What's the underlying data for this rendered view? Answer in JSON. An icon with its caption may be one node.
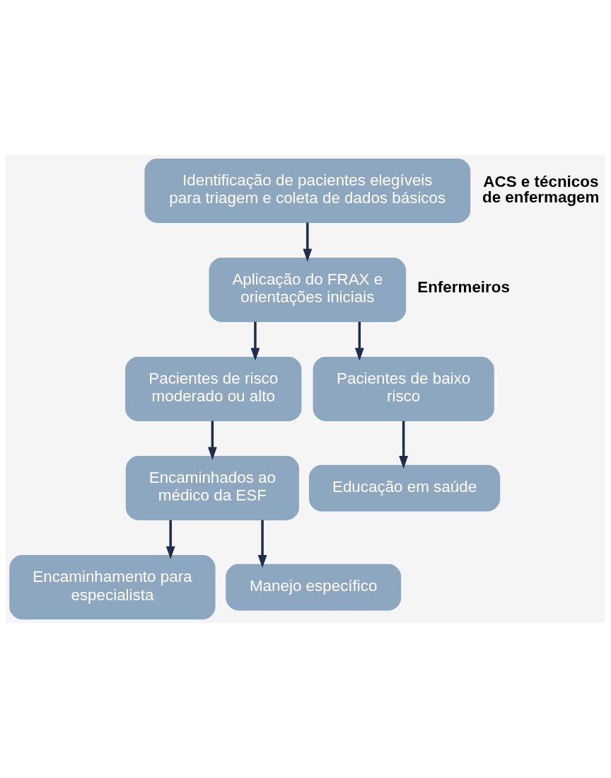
{
  "diagram": {
    "nodes": [
      {
        "text": [
          "Identificação de pacientes elegíveis para triagem e coleta de dados básicos"
        ],
        "beside": [
          "ACS e técnicos de enfermagem"
        ]
      },
      {
        "text": [
          "Aplicação do FRAX e orientações iniciais"
        ],
        "beside": [
          "Enfermeiros"
        ]
      },
      {
        "text": [
          "Pacientes de risco moderado ou alto"
        ]
      },
      {
        "text": [
          "Pacientes de baixo risco"
        ]
      },
      {
        "text": [
          "Encaminhados ao médico da ESF"
        ]
      },
      {
        "text": [
          "Educação em saúde"
        ]
      },
      {
        "text": [
          "Encaminhamento para especialista"
        ]
      },
      {
        "text": [
          "Manejo específico"
        ]
      }
    ],
    "edges": [
      {
        "from": 0,
        "to": 1,
        "arrow": "to"
      },
      {
        "from": 1,
        "to": 2,
        "arrow": "to"
      },
      {
        "from": 1,
        "to": 3,
        "arrow": "to"
      },
      {
        "from": 2,
        "to": 4,
        "arrow": "to"
      },
      {
        "from": 3,
        "to": 5,
        "arrow": "to"
      },
      {
        "from": 4,
        "to": 6,
        "arrow": "to"
      },
      {
        "from": 4,
        "to": 7,
        "arrow": "to"
      }
    ]
  }
}
